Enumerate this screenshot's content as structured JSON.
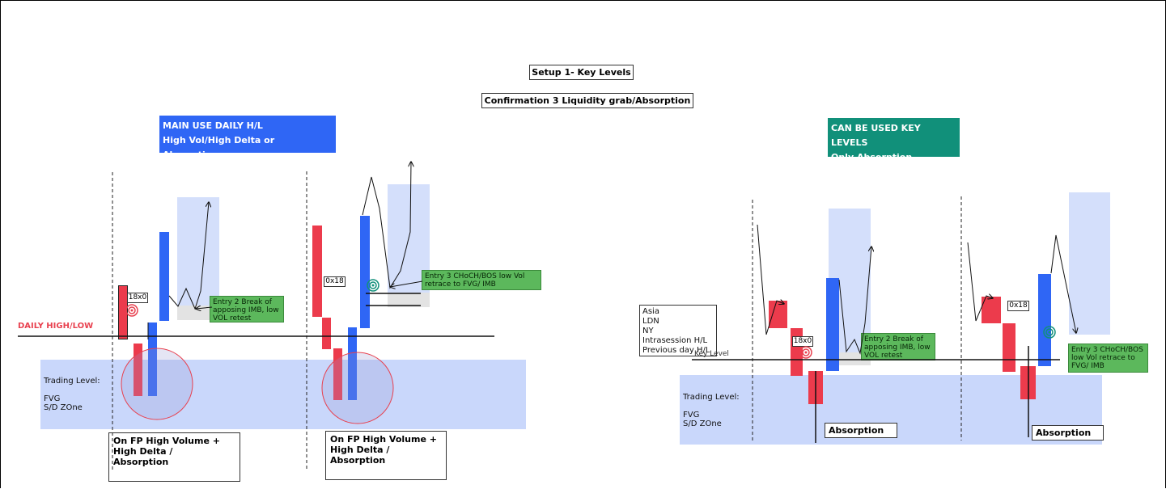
{
  "title": "Setup 1- Key Levels",
  "subtitle": "Confirmation 3 Liquidity grab/Absorption",
  "left": {
    "header_line1": "MAIN USE DAILY H/L",
    "header_line2": "High Vol/High Delta or Absorption",
    "level_label": "DAILY HIGH/LOW",
    "zone_label": "Trading Level:\n\nFVG\nS/D ZOne",
    "tag_a": "18x0",
    "tag_b": "0x18",
    "note_entry2": "Entry 2 Break of\napposing IMB, low\nVOL retest",
    "note_entry3": "Entry 3 CHoCH/BOS low Vol\nretrace to FVG/ IMB",
    "box_1": "On FP High Volume +\nHigh Delta /\nAbsorption",
    "box_2": "On FP High Volume +\nHigh Delta /\nAbsorption"
  },
  "right": {
    "header_line1": "CAN BE USED KEY LEVELS",
    "header_line2": "Only Absorption",
    "levels_list": "Asia\nLDN\nNY\nIntrasession H/L\nPrevious day H/L",
    "key_level_label": "Key Level",
    "zone_label": "Trading Level:\n\nFVG\nS/D ZOne",
    "tag_a": "18x0",
    "tag_b": "0x18",
    "note_entry2": "Entry 2 Break of\napposing IMB, low\nVOL retest",
    "note_entry3": "Entry 3 CHoCH/BOS\nlow Vol retrace to\nFVG/ IMB",
    "absorption_1": "Absorption",
    "absorption_2": "Absorption"
  },
  "colors": {
    "bull": "#2f66f5",
    "bear": "#ec3b4c",
    "zone": "#c9d7fb",
    "note": "#5cb85c",
    "teal": "#11907a",
    "level_text": "#e8414f"
  }
}
